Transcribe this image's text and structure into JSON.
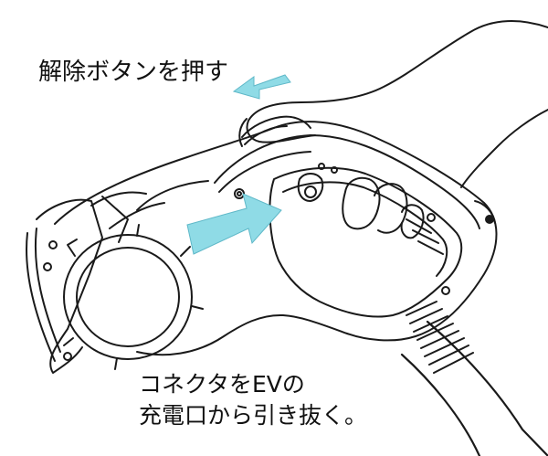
{
  "labels": {
    "press_release_button": "解除ボタンを押す",
    "pull_line1": "コネクタをEVの",
    "pull_line2": "充電口から引き抜く。"
  },
  "colors": {
    "arrow_fill": "#8fdbe6",
    "arrow_stroke": "#5fb8c8",
    "line": "#1a1a1a"
  },
  "icons": {
    "press_arrow": "arrow-left-icon",
    "pull_arrow": "arrow-right-icon"
  }
}
